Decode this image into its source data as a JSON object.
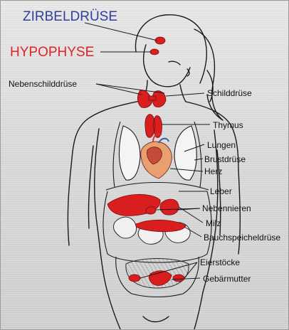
{
  "colors": {
    "highlight_glands": "#d81e1e",
    "zirbeldruse_label": "#2f3e9f",
    "hypophyse_label": "#e02424",
    "ink": "#1a1a1a",
    "background": "#d8d8d8"
  },
  "labels": {
    "zirbeldruse": "ZIRBELDRÜSE",
    "hypophyse": "HYPOPHYSE",
    "nebenschilddruse": "Nebenschilddrüse",
    "schilddruse": "Schilddrüse",
    "thymus": "Thymus",
    "lungen": "Lungen",
    "brustdruse": "Brustdrüse",
    "herz": "Herz",
    "leber": "Leber",
    "nebennieren": "Nebennieren",
    "milz": "Milz",
    "bauchspeicheldruse": "Bauchspeicheldrüse",
    "eierstocke": "Eierstöcke",
    "gebarmutter": "Gebärmutter"
  }
}
